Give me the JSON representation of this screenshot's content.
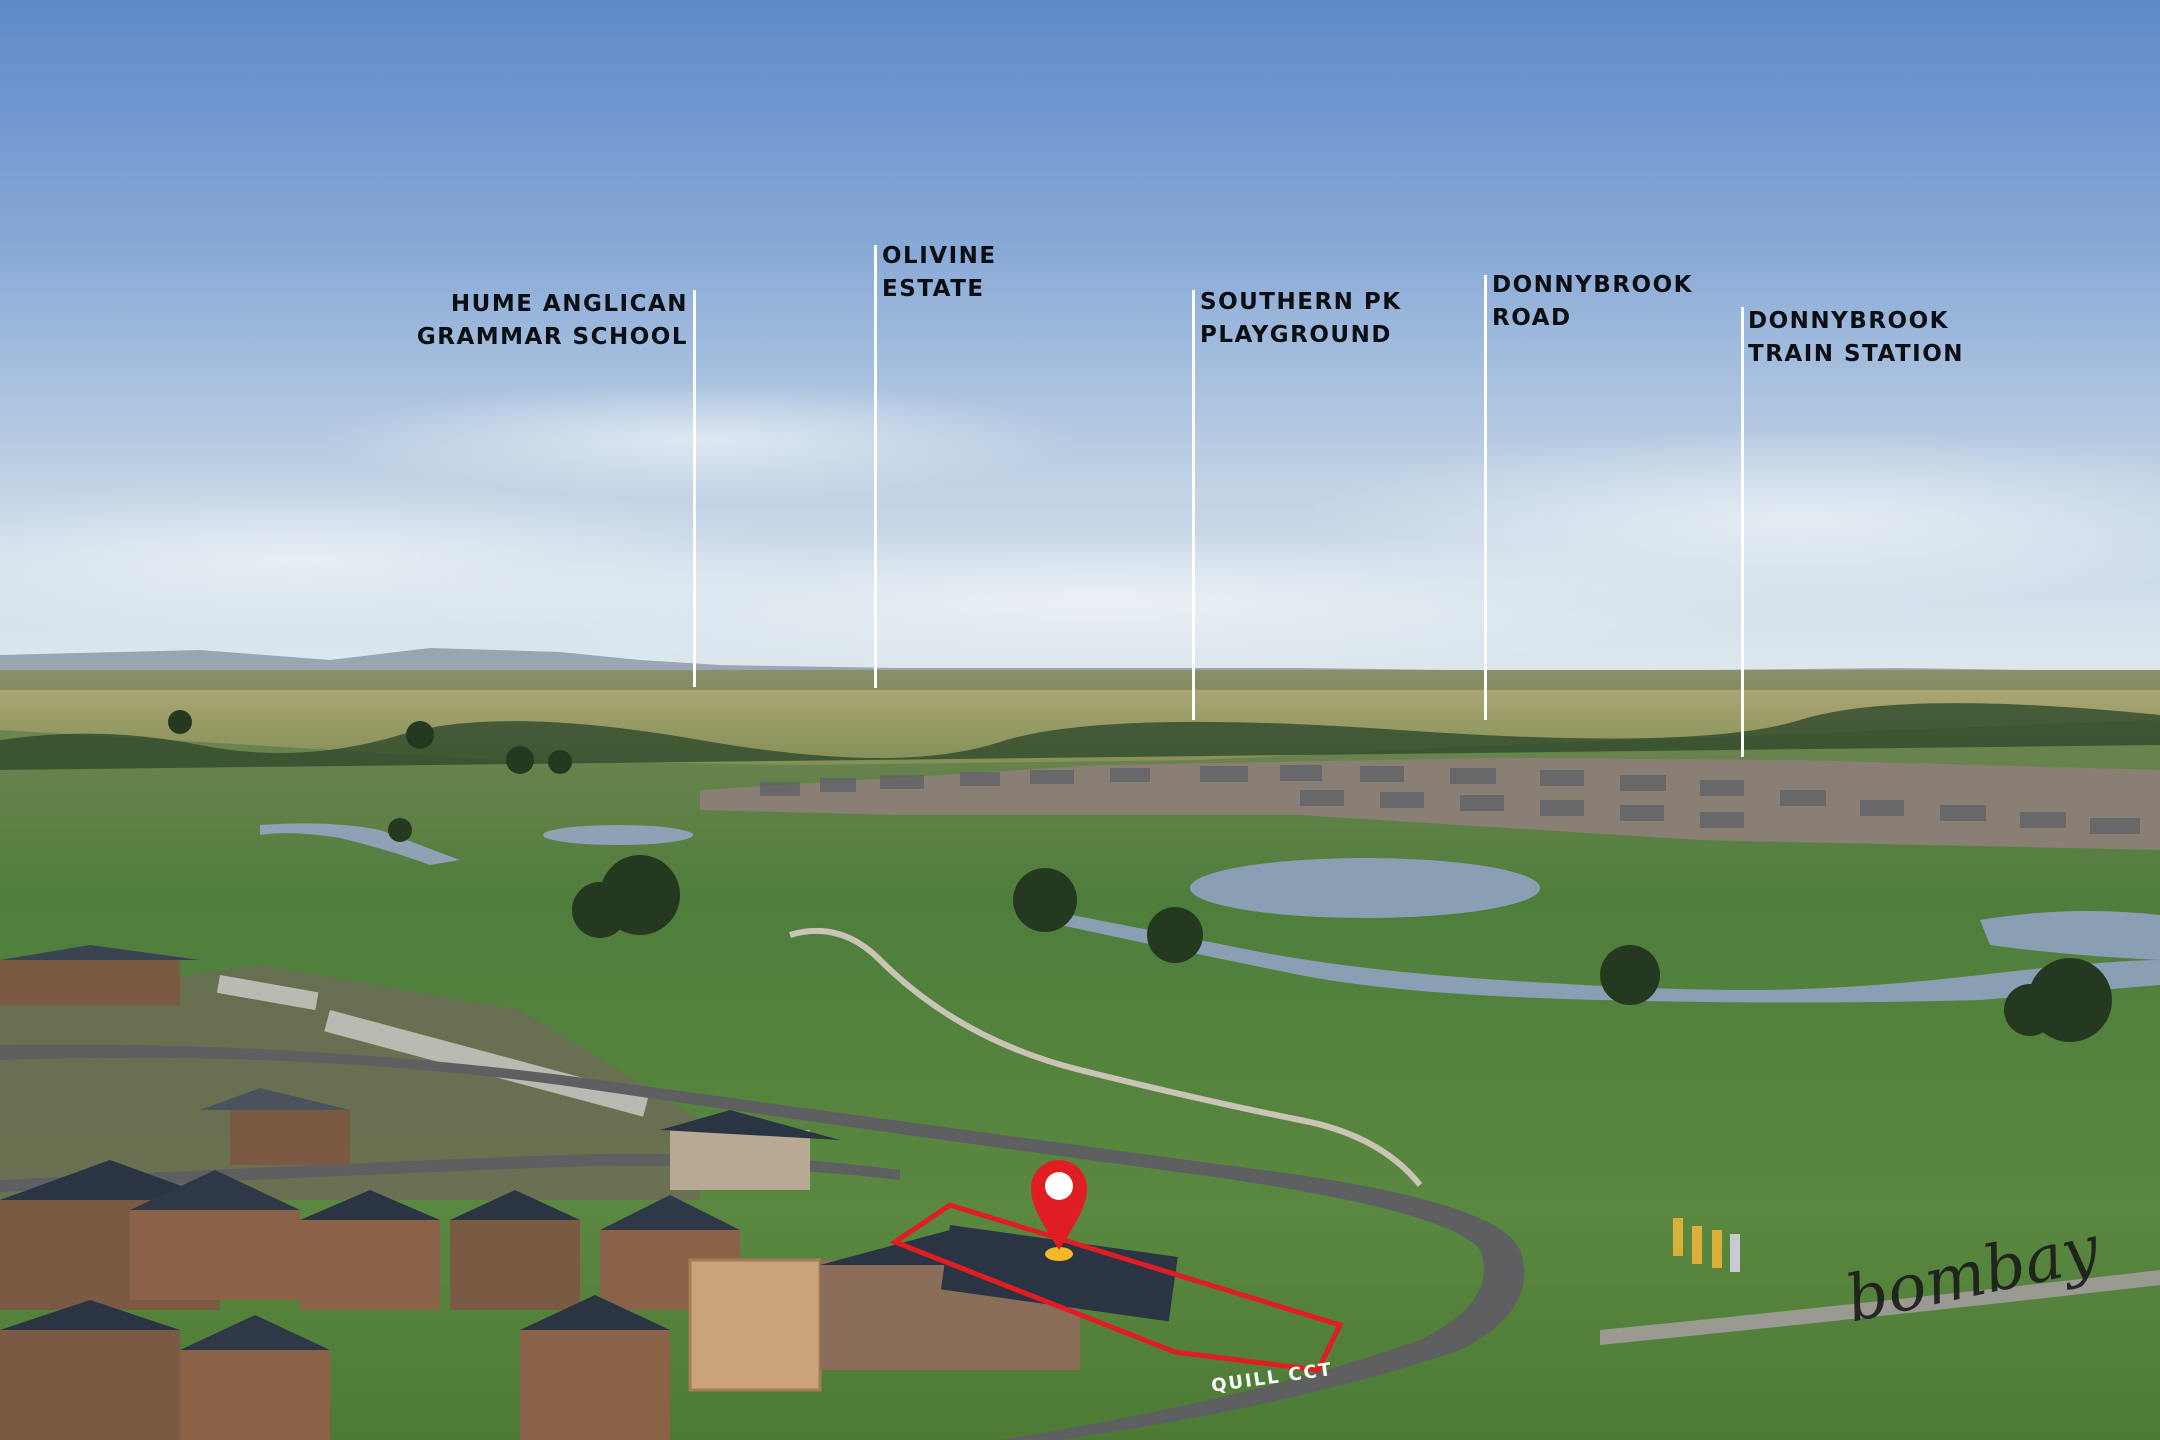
{
  "poi_labels": [
    {
      "id": "hume",
      "lines": [
        "HUME ANGLICAN",
        "GRAMMAR SCHOOL"
      ]
    },
    {
      "id": "olivine",
      "lines": [
        "OLIVINE",
        "ESTATE"
      ]
    },
    {
      "id": "southern",
      "lines": [
        "SOUTHERN PK",
        "PLAYGROUND"
      ]
    },
    {
      "id": "dbroad",
      "lines": [
        "DONNYBROOK",
        "ROAD"
      ]
    },
    {
      "id": "dbstation",
      "lines": [
        "DONNYBROOK",
        "TRAIN STATION"
      ]
    }
  ],
  "street_label": "QUILL CCT",
  "watermark": "bombay",
  "colors": {
    "sky_top": "#5f89c9",
    "sky_horizon": "#dbe6ef",
    "grass": "#4f7d3c",
    "water": "#8a9fb4",
    "roof": "#2a3442",
    "highlight_outline": "#e11d24",
    "label_text": "#0b0f14",
    "leader_line": "#ffffff"
  },
  "icons": [
    "location-pin-icon"
  ]
}
